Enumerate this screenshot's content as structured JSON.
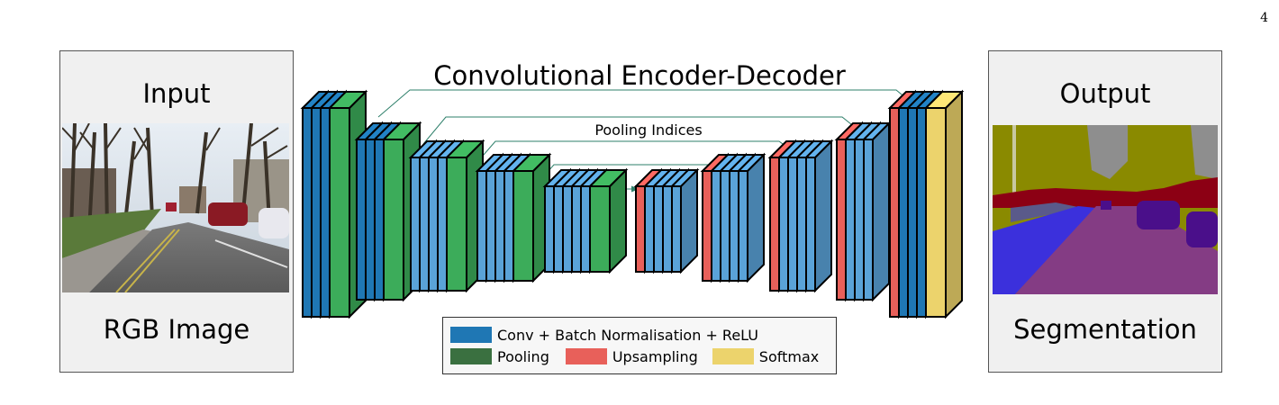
{
  "page_number": "4",
  "input_panel": {
    "title": "Input",
    "caption": "RGB Image"
  },
  "output_panel": {
    "title": "Output",
    "caption": "Segmentation"
  },
  "diagram": {
    "title": "Convolutional Encoder-Decoder",
    "skip_label": "Pooling Indices"
  },
  "legend": {
    "items": [
      {
        "label": "Conv + Batch Normalisation + ReLU",
        "color": "#1f77b4"
      },
      {
        "label": "Pooling",
        "color": "#3a7040"
      },
      {
        "label": "Upsampling",
        "color": "#e8605a"
      },
      {
        "label": "Softmax",
        "color": "#ecd36c"
      }
    ]
  },
  "layer_colors": {
    "conv_dark": "#1f77b4",
    "conv_light": "#5aa3d8",
    "pool": "#3cac5a",
    "upsample": "#e8605a",
    "softmax": "#ecd36c"
  },
  "segmentation_colors": {
    "sky": "#8e8e8e",
    "building": "#8a8a00",
    "road": "#843c84",
    "sidewalk": "#3b30dc",
    "car": "#4a0f8a",
    "tree": "#8c8c10",
    "vegetation_red": "#8c0014",
    "pole": "#c8c8a0",
    "fence": "#5a5a8a"
  }
}
